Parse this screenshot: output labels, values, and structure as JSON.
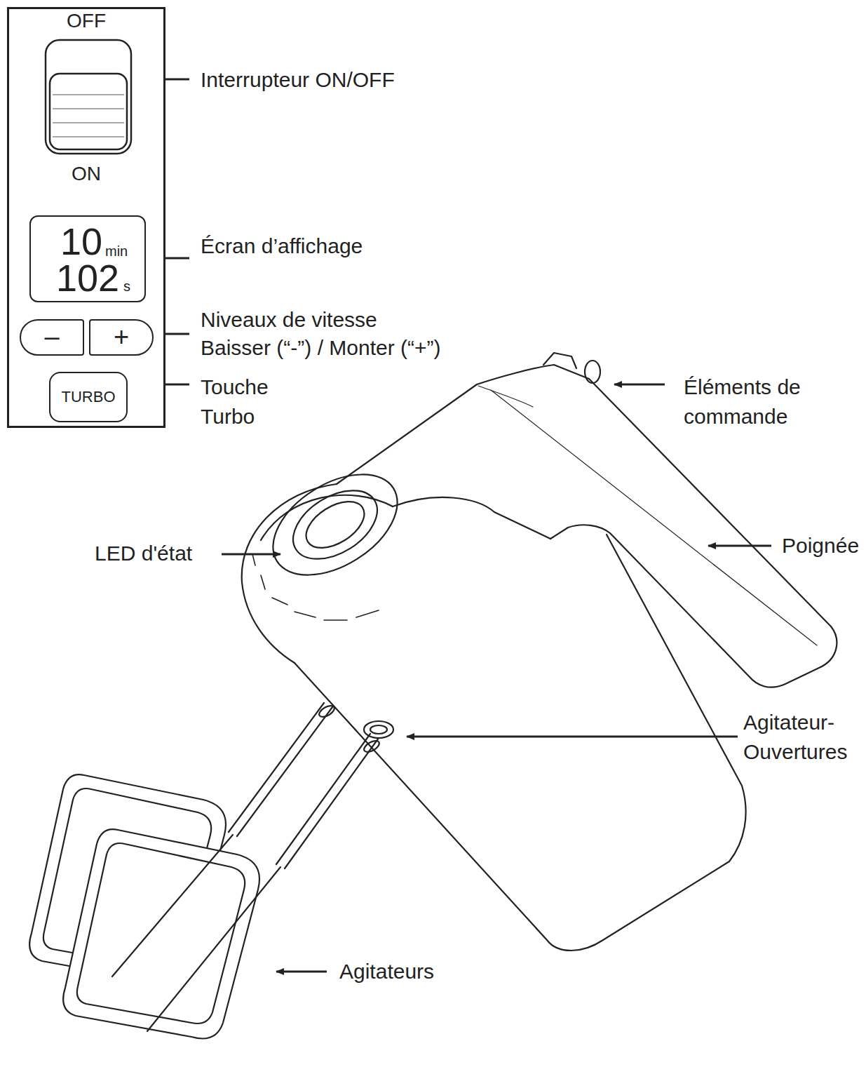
{
  "diagram": {
    "nodes": [
      {
        "text": [
          "OFF",
          "ON"
        ]
      },
      {
        "text": [
          "10",
          "min",
          "102",
          "s"
        ],
        "in": 0
      },
      {
        "text": [
          "–"
        ],
        "in": 0
      },
      {
        "text": [
          "+"
        ],
        "in": 0
      },
      {
        "text": [
          "TURBO"
        ],
        "in": 0
      }
    ],
    "labels": [
      "Interrupteur ON/OFF",
      "Écran d’affichage",
      "Niveaux de vitesse",
      "Baisser (“-”) / Monter (“+”)",
      "Touche Turbo",
      "Éléments de commande",
      "LED d'état",
      "Poignée",
      "Agitateur- Ouvertures",
      "Agitateurs"
    ]
  }
}
